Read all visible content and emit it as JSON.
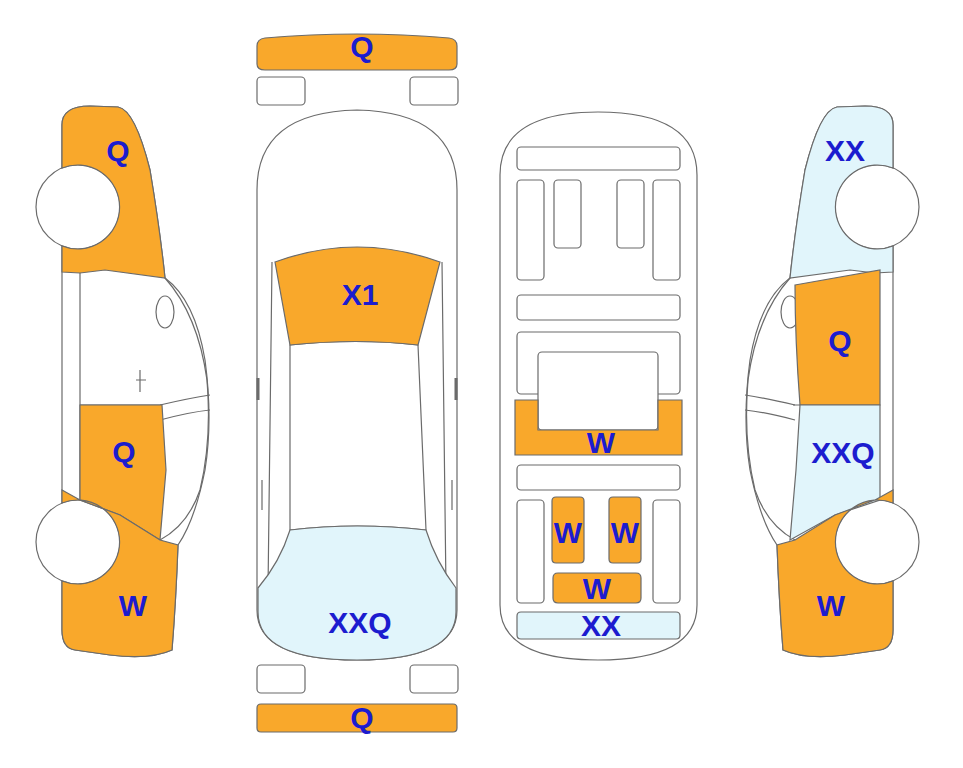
{
  "diagram": {
    "nodes": [
      {
        "text": [
          "Q"
        ]
      },
      {
        "text": [
          "Q"
        ]
      },
      {
        "text": [
          "XX"
        ]
      },
      {
        "text": [
          "X1"
        ]
      },
      {
        "text": [
          "Q"
        ]
      },
      {
        "text": [
          "W"
        ]
      },
      {
        "text": [
          "Q"
        ]
      },
      {
        "text": [
          "XXQ"
        ]
      },
      {
        "text": [
          "W"
        ]
      },
      {
        "text": [
          "W"
        ]
      },
      {
        "text": [
          "W"
        ]
      },
      {
        "text": [
          "W"
        ]
      },
      {
        "text": [
          "W"
        ]
      },
      {
        "text": [
          "XXQ"
        ]
      },
      {
        "text": [
          "XX"
        ]
      },
      {
        "text": [
          "Q"
        ]
      }
    ]
  }
}
